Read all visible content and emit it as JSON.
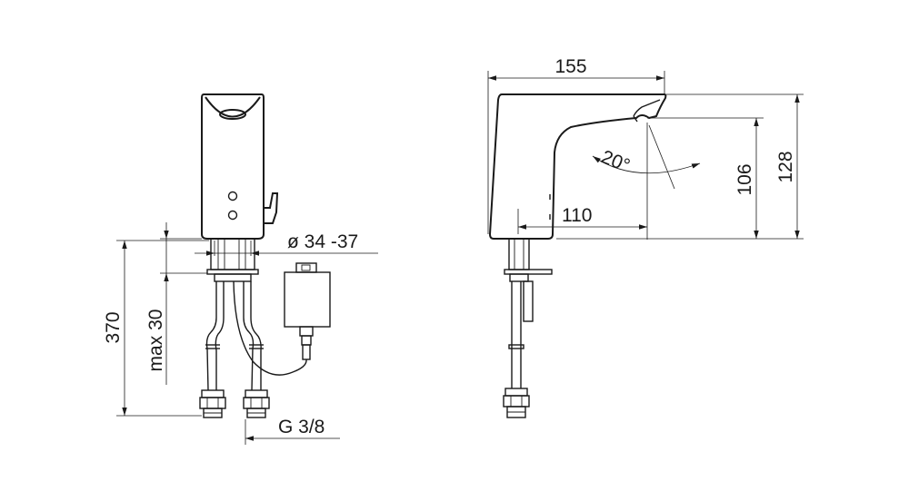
{
  "dimensions": {
    "front_height": "370",
    "front_max_thickness": "max 30",
    "front_hole_diameter": "ø 34 -37",
    "front_thread": "G 3/8",
    "side_reach": "155",
    "side_spout_length": "110",
    "side_spout_height": "106",
    "side_total_height": "128",
    "side_angle": "20°"
  }
}
